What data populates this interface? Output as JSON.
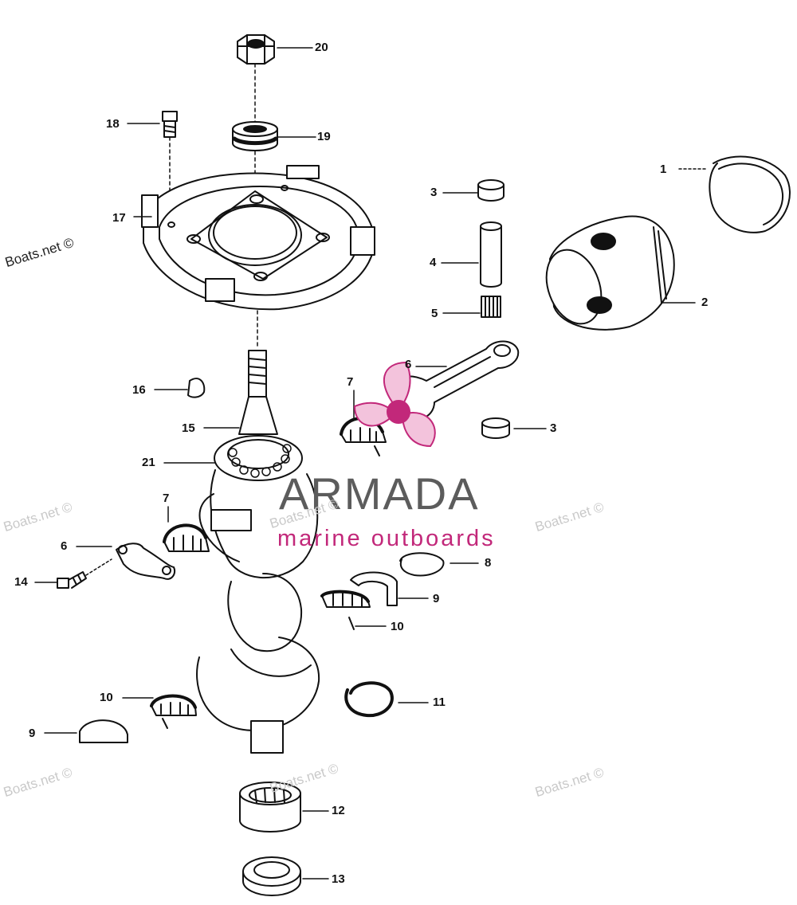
{
  "parts": [
    {
      "id": "1",
      "label": "1"
    },
    {
      "id": "2",
      "label": "2"
    },
    {
      "id": "3a",
      "label": "3"
    },
    {
      "id": "3b",
      "label": "3"
    },
    {
      "id": "4",
      "label": "4"
    },
    {
      "id": "5",
      "label": "5"
    },
    {
      "id": "6a",
      "label": "6"
    },
    {
      "id": "6b",
      "label": "6"
    },
    {
      "id": "7a",
      "label": "7"
    },
    {
      "id": "7b",
      "label": "7"
    },
    {
      "id": "8",
      "label": "8"
    },
    {
      "id": "9a",
      "label": "9"
    },
    {
      "id": "9b",
      "label": "9"
    },
    {
      "id": "10a",
      "label": "10"
    },
    {
      "id": "10b",
      "label": "10"
    },
    {
      "id": "11",
      "label": "11"
    },
    {
      "id": "12",
      "label": "12"
    },
    {
      "id": "13",
      "label": "13"
    },
    {
      "id": "14",
      "label": "14"
    },
    {
      "id": "15",
      "label": "15"
    },
    {
      "id": "16",
      "label": "16"
    },
    {
      "id": "17",
      "label": "17"
    },
    {
      "id": "18",
      "label": "18"
    },
    {
      "id": "19",
      "label": "19"
    },
    {
      "id": "20",
      "label": "20"
    },
    {
      "id": "21",
      "label": "21"
    }
  ],
  "watermark": {
    "text": "Boats.net ©"
  },
  "brand": {
    "name": "ARMADA",
    "tagline": "marine outboards",
    "colors": {
      "text": "#5c5c5c",
      "accent": "#c2287a",
      "petal": "#f3c3dc"
    }
  },
  "colors": {
    "line": "#111111",
    "watermark": "#c9c9c9"
  }
}
